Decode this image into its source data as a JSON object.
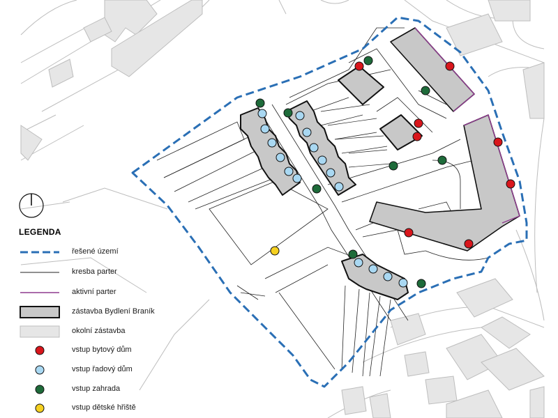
{
  "legend": {
    "title": "LEGENDA",
    "items": [
      {
        "label": "řešené území",
        "symbol": "dashed-boundary",
        "color": "#2a6fb5"
      },
      {
        "label": "kresba parter",
        "symbol": "thin-line",
        "color": "#222222"
      },
      {
        "label": "aktivní parter",
        "symbol": "purple-line",
        "color": "#8e3a8e"
      },
      {
        "label": "zástavba Bydlení Braník",
        "symbol": "bold-building",
        "color": "#c8c8c8"
      },
      {
        "label": "okolní zástavba",
        "symbol": "light-building",
        "color": "#e6e6e6"
      },
      {
        "label": "vstup bytový dům",
        "symbol": "red-dot",
        "color": "#d9161c"
      },
      {
        "label": "vstup řadový dům",
        "symbol": "lightblue-dot",
        "color": "#a9d8f2"
      },
      {
        "label": "vstup zahrada",
        "symbol": "green-dot",
        "color": "#1e6b3a"
      },
      {
        "label": "vstup dětské hřiště",
        "symbol": "yellow-dot",
        "color": "#f5d020"
      }
    ]
  },
  "north_arrow": {
    "icon": "north-arrow-icon"
  }
}
